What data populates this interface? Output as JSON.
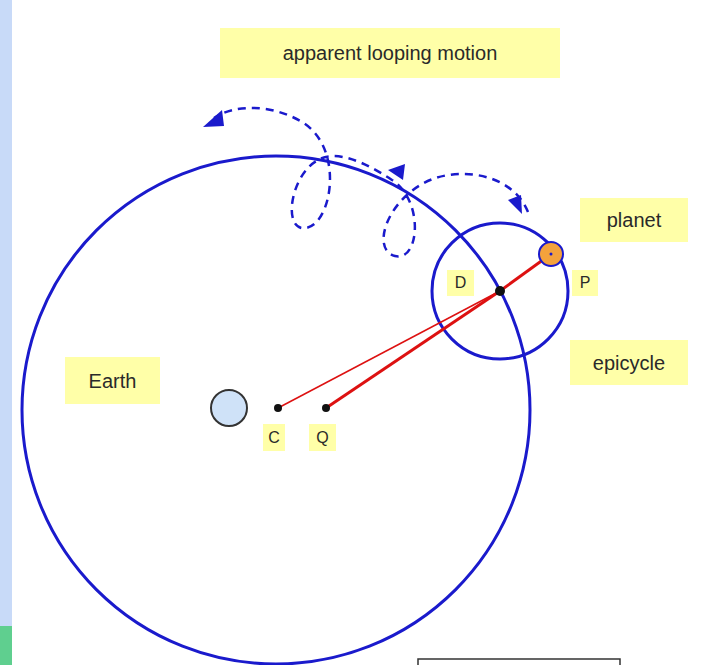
{
  "diagram": {
    "nodes": [
      {
        "text": [
          "apparent looping motion"
        ]
      },
      {
        "text": [
          "planet"
        ]
      },
      {
        "text": [
          "D"
        ]
      },
      {
        "text": [
          "P"
        ]
      },
      {
        "text": [
          "epicycle"
        ]
      },
      {
        "text": [
          "Earth"
        ]
      },
      {
        "text": [
          "C"
        ]
      },
      {
        "text": [
          "Q"
        ]
      }
    ]
  }
}
